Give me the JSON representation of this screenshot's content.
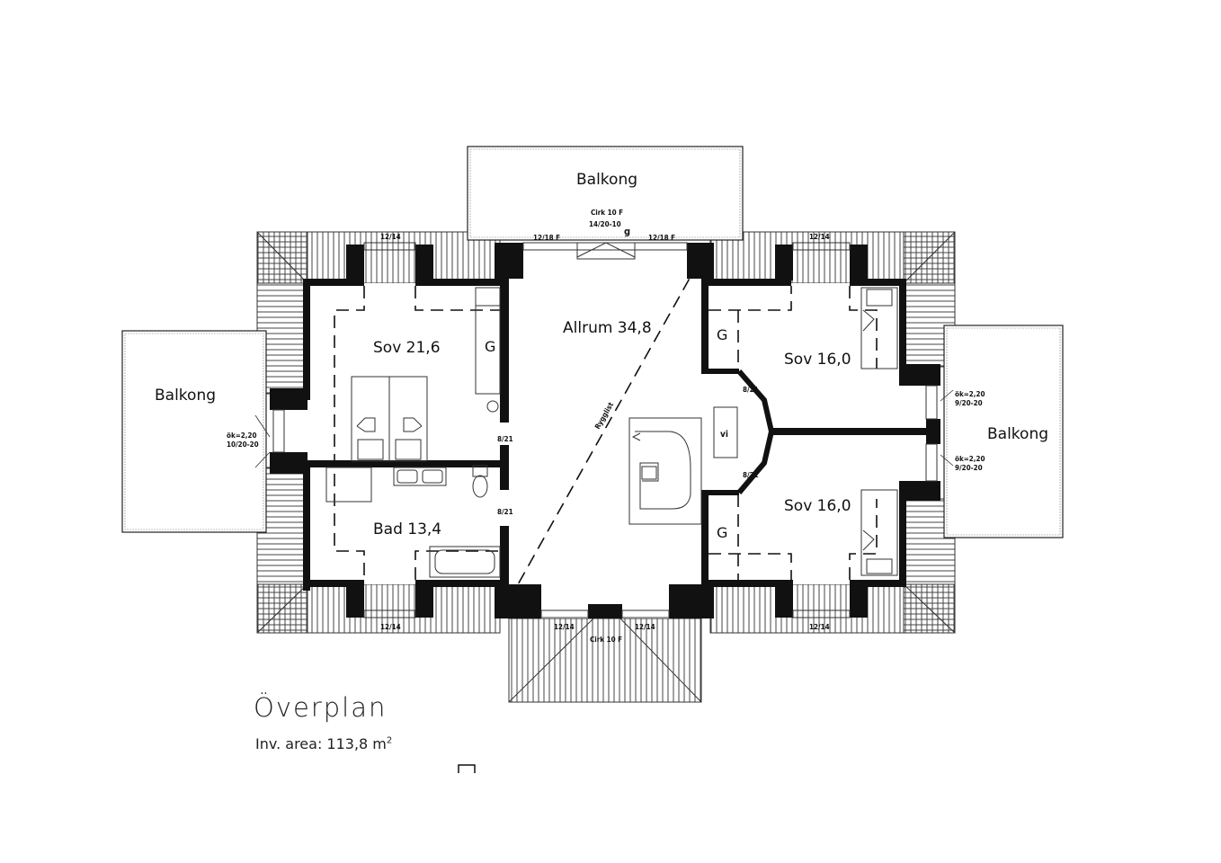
{
  "title": "Överplan",
  "area": {
    "label": "Inv. area: 113,8 m",
    "sup": "2"
  },
  "rooms": {
    "allrum": "Allrum 34,8",
    "sov_left": "Sov 21,6",
    "bad": "Bad 13,4",
    "sov_right_top": "Sov 16,0",
    "sov_right_bottom": "Sov 16,0"
  },
  "balconies": {
    "top": "Balkong",
    "left": "Balkong",
    "right": "Balkong"
  },
  "closets": {
    "g1": "G",
    "g2": "G",
    "g3": "G",
    "vi": "vi"
  },
  "stair_label": "Rygglist",
  "dims": {
    "top_window_left": "12/14",
    "top_window_right": "12/14",
    "top_door_left": "12/18 F",
    "top_door_right": "12/18 F",
    "circ_top_1": "Cirk 10 F",
    "circ_top_2": "14/20-10",
    "circ_top_g": "g",
    "bottom_window_left": "12/14",
    "bottom_window_right": "12/14",
    "bottom_center_left": "12/14",
    "bottom_center_right": "12/14",
    "circ_bottom": "Cirk 10 F",
    "door_sov_left": "8/21",
    "door_bad": "8/21",
    "door_right_top": "8/21",
    "door_right_bottom": "8/21",
    "ok_left_1": "ök=2,20",
    "ok_left_2": "10/20-20",
    "ok_right_top_1": "ök=2,20",
    "ok_right_top_2": "9/20-20",
    "ok_right_bot_1": "ök=2,20",
    "ok_right_bot_2": "9/20-20"
  }
}
